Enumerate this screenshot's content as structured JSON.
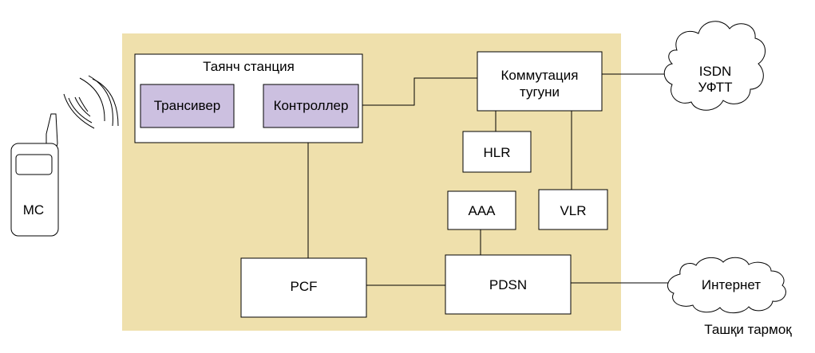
{
  "diagram": {
    "mobile": {
      "label": "МС"
    },
    "base_station": {
      "title": "Таянч  станция",
      "transceiver": "Трансивер",
      "controller": "Контроллер"
    },
    "switching_node": {
      "line1": "Коммутация",
      "line2": "тугуни"
    },
    "hlr": "HLR",
    "vlr": "VLR",
    "aaa": "AAA",
    "pcf": "PCF",
    "pdsn": "PDSN",
    "isdn_cloud": {
      "line1": "ISDN",
      "line2": "УФТТ"
    },
    "internet_cloud": "Интернет",
    "external_network": "Ташқи тармоқ",
    "colors": {
      "core_area": "#EFE0AC",
      "module_fill": "#CCC0E0",
      "box_fill": "#FFFFFF",
      "line": "#000000"
    }
  }
}
